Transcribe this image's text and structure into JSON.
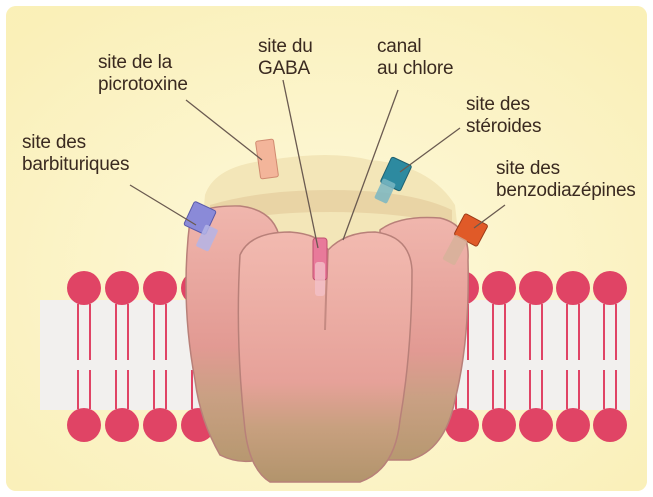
{
  "colors": {
    "background": "#fbf3c4",
    "membrane_head": "#e04465",
    "membrane_tail": "#f2f0ee",
    "receptor_body": "#e9a8a0",
    "receptor_shadow": "#c97f7a",
    "receptor_top": "#f3e6b8",
    "receptor_bottom_band": "#b8a06e",
    "pointer_line": "#6a5a50",
    "site_picrotoxine": "#f3b59a",
    "site_gaba": "#e87a9a",
    "site_steroides": "#2d8aa0",
    "site_barbituriques": "#8a8ad8",
    "site_benzodiazepines": "#e05a28"
  },
  "labels": {
    "picrotoxine": "site de la\npicrotoxine",
    "gaba": "site du\nGABA",
    "chlore": "canal\nau chlore",
    "steroides": "site des\nstéroides",
    "barbituriques": "site des\nbarbituriques",
    "benzodiazepines": "site des\nbenzodiazépines"
  }
}
